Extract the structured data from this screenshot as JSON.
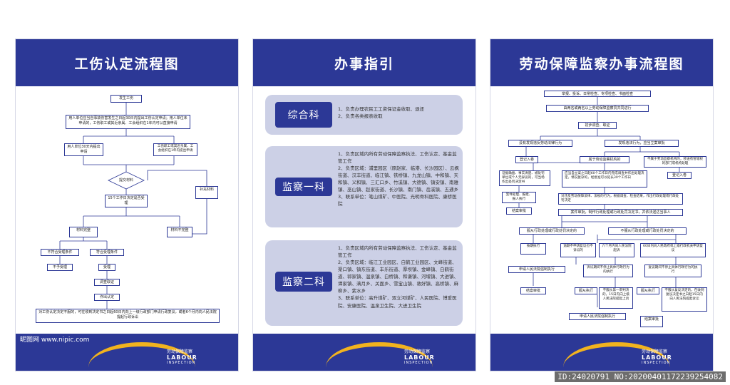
{
  "panel1": {
    "title": "工伤认定流程图",
    "nodes": {
      "n1": "发生工伤",
      "n2": "用人单位应当自事故伤害发生之日起30日内提出工伤认定申请；用人单位未申请的，工伤职工或其近亲属、工会组织在1年内可以直接申请",
      "n3": "用人单位30天内提出申请",
      "n4": "工伤职工或其近亲属、工会组织在1年内提出申请",
      "n5": "提交材料",
      "n6": "15个工作日决定是否受理",
      "n7": "补充材料",
      "n8": "材料完整",
      "n9": "材料不完整",
      "n10": "不符合受理条件",
      "n11": "符合受理条件",
      "n12": "不予受理",
      "n13": "受理",
      "n14": "调查取证",
      "n15": "作出认定",
      "n16": "对工伤认定决定不服的，可在收到决定书之日起60日内向上一级行政部门申请行政复议，或者6个月内向人民法院提起行政诉讼"
    }
  },
  "panel2": {
    "title": "办事指引",
    "cards": [
      {
        "badge": "综合科",
        "text": "1、负责办理农民工工资保证金收取、退还\n2、负责各类报表收取"
      },
      {
        "badge": "监察一科",
        "text": "1、负责区域内所有劳动保障监察执法、工伤认定、基金监管工作\n2、负责区域：浦里园区（原赵家、临港、长沙园区）、云枫街道、汉丰街道、临江镇、铁桥镇、九龙山镇、中和镇、天和镇、义和镇、三汇口乡、竹溪镇、大德镇、镇安镇、南雅镇、巫山镇、赵家街道、长沙镇、南门镇、岳溪镇、五通乡\n3、联系单位：笔山煤矿、中医院、光明骨科医院、康桥医院"
      },
      {
        "badge": "监察二科",
        "text": "1、负责区域内所有劳动保障监察执法、工伤认定、基金监管工作\n2、负责区域：临江工业园区、白鹤工业园区、文峰街道、渠口镇、镇东街道、丰乐街道、厚坝镇、金峰镇、白鹤街道、郭家镇、温泉镇、白桥镇、和谦镇、河堰镇、大进镇、谭家镇、满月乡、关面乡、雪宝山镇、敦好镇、高桥镇、麻柳乡、紫水乡\n3、联系单位：高升煤矿、双立河煤矿、人民医院、博爱医院、安康医院、温泉卫生院、大进卫生院"
      }
    ]
  },
  "panel3": {
    "title": "劳动保障监察办事流程图",
    "nodes": {
      "a1": "举报、投诉、日常检查、专项检查、书面检查",
      "a2": "由两名或两名以上劳动保障监察员共同进行",
      "a3": "初步调查、取证",
      "a4": "没有发现违反劳动法律行为",
      "a5": "发现违法行为，应当立案审批",
      "a6": "登记入卷",
      "a7": "属于劳动监察机构的",
      "a8": "不属于劳动监察机构的，移送有管辖权的部门或机构处理",
      "a9": "证据确凿、事实清楚、被处罚单位或个人无异议的，可当场作出处罚决定书",
      "a10": "应当自立案之日起60个工作日内完成调查并作出处理决定，情况复杂的，经批准可以延长30个工作日",
      "a11": "登记入卷",
      "a12": "案件处理、报批、报人执行",
      "a13": "结案审批",
      "a14": "对违反劳动保障法律、法规的行为，根据调查、检查结果，作出行政处理或行政处罚决定",
      "a15": "案件审批，制作行政处理或行政处罚决定书，并依法送达当事人",
      "a16": "服从行政处理或行政处罚决定的",
      "a17": "不服从行政处理或行政处罚决定的",
      "a18": "按期执行",
      "a19": "结案审批",
      "a20": "逾期不申请复议也不诉讼的",
      "a21": "六个月内向人民法院起诉",
      "a22": "60日内向人民政府或上级行政机关申请复议",
      "a23": "申请人民法院强制执行",
      "a24": "诉讼期间不停止具体行政行为的执行",
      "a25": "复议期间不停止具体行政行为的执行",
      "a26": "结案审批",
      "a27": "服从执行",
      "a28": "不服从第一审判决的，15日内向上级人民法院提起上诉",
      "a29": "服从执行",
      "a30": "不服从复议决定的，在收到复议决定书之日起15日内向人民法院提起诉讼",
      "a31": "申请人民法院强制执行",
      "a32": "结案审批"
    }
  },
  "footer_logo": {
    "line1": "劳动保障监察",
    "line2": "LABOUR",
    "line3": "INSPECTION"
  },
  "watermark": {
    "left": "昵图网 www.nipic.com",
    "right": "ID:24020791 NO:20200401172239254082"
  }
}
